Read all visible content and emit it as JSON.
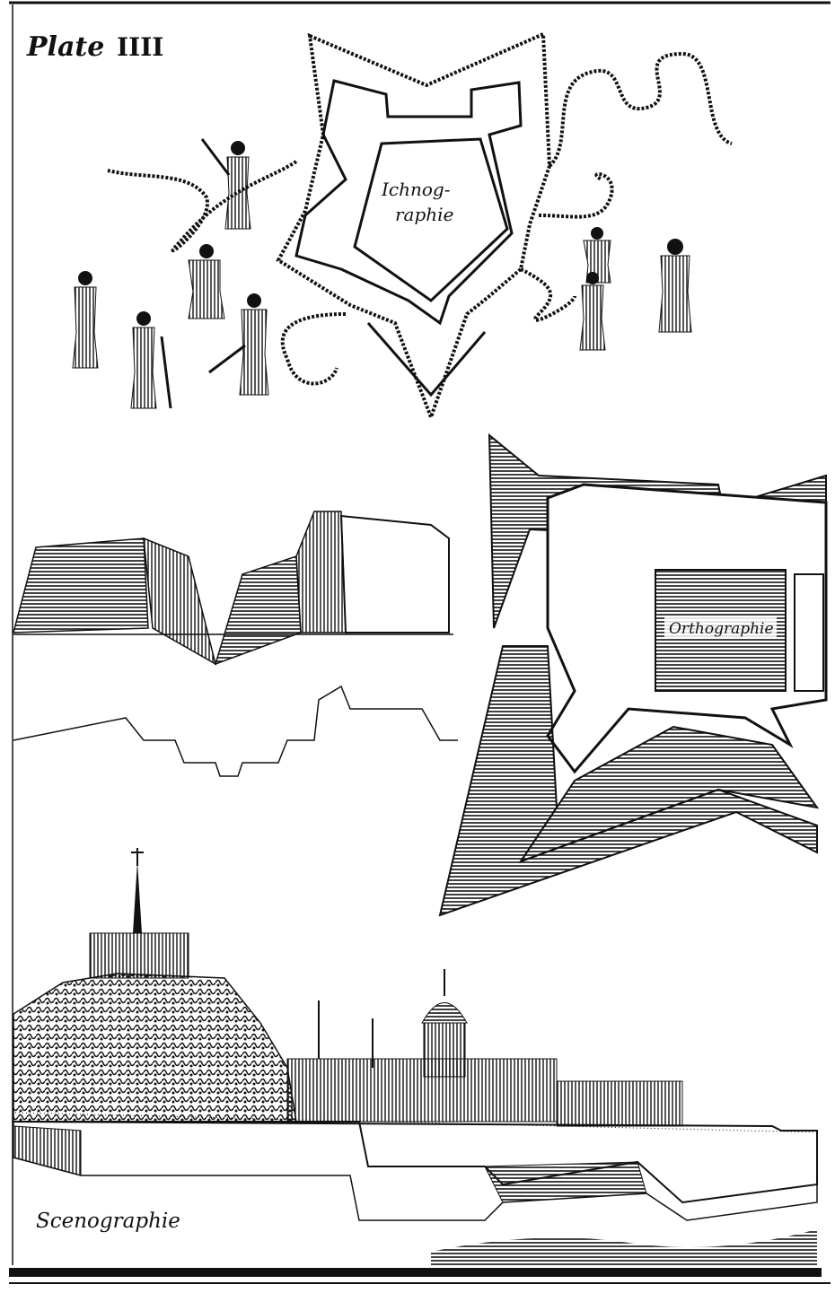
{
  "plate": {
    "title": "Plate",
    "number": "IIII"
  },
  "sections": {
    "ichnographie": {
      "label_line1": "Ichnog-",
      "label_line2": "raphie"
    },
    "orthographie": {
      "label": "Orthographie"
    },
    "scenographie": {
      "label": "Scenographie"
    }
  },
  "colors": {
    "ink": "#111111",
    "paper": "#ffffff"
  }
}
